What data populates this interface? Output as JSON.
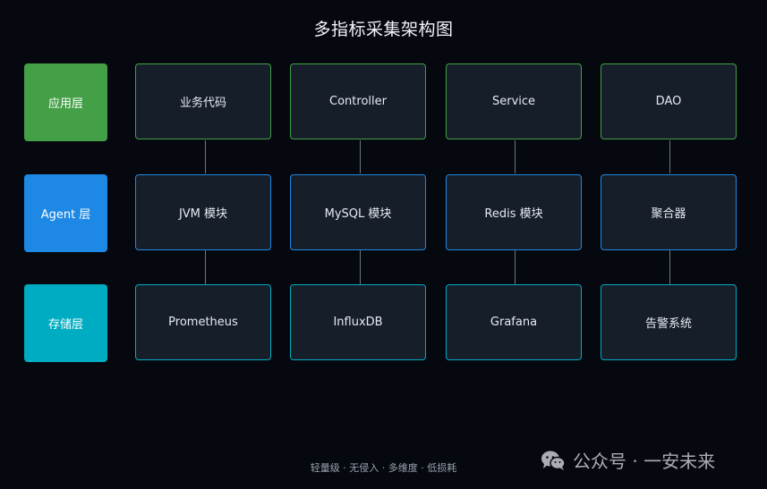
{
  "title": "多指标采集架构图",
  "layers": [
    {
      "label": "应用层",
      "color": "#43a047",
      "nodes": [
        "业务代码",
        "Controller",
        "Service",
        "DAO"
      ]
    },
    {
      "label": "Agent 层",
      "color": "#1e88e5",
      "nodes": [
        "JVM 模块",
        "MySQL 模块",
        "Redis 模块",
        "聚合器"
      ]
    },
    {
      "label": "存储层",
      "color": "#00acc1",
      "nodes": [
        "Prometheus",
        "InfluxDB",
        "Grafana",
        "告警系统"
      ]
    }
  ],
  "footer": "轻量级 · 无侵入 · 多维度 · 低损耗",
  "watermark": {
    "icon": "wechat-icon",
    "text": "公众号 · 一安未来"
  }
}
